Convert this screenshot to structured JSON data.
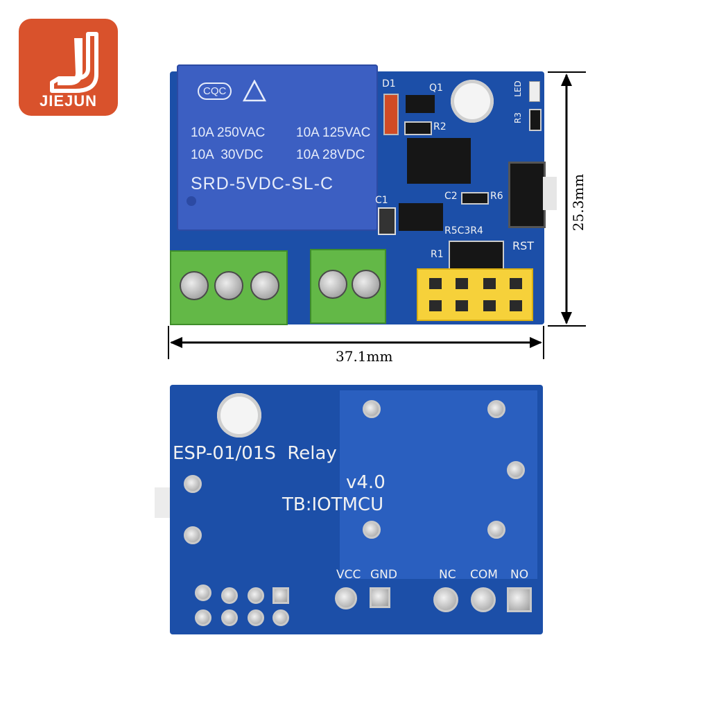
{
  "logo": {
    "brand": "JIEJUN"
  },
  "top_board": {
    "relay": {
      "cert": "CQC",
      "rating_1": "10A 250VAC",
      "rating_2": "10A 125VAC",
      "rating_3": "10A  30VDC",
      "rating_4": "10A 28VDC",
      "model": "SRD-5VDC-SL-C"
    },
    "silkscreen": {
      "d1": "D1",
      "q1": "Q1",
      "r2": "R2",
      "led": "LED",
      "r3": "R3",
      "c1": "C1",
      "c2": "C2",
      "r6": "R6",
      "r5c3r4": "R5C3R4",
      "r1": "R1",
      "rst": "RST"
    }
  },
  "dimensions": {
    "width": "37.1mm",
    "height": "25.3mm"
  },
  "bottom_board": {
    "title": "ESP-01/01S  Relay",
    "version": "v4.0",
    "vendor": "TB:IOTMCU",
    "pins": {
      "vcc": "VCC",
      "gnd": "GND",
      "nc": "NC",
      "com": "COM",
      "no": "NO"
    }
  },
  "colors": {
    "pcb": "#1c4fa8",
    "relay": "#3c5fc2",
    "terminal": "#63b847",
    "header": "#f6d13a",
    "logo": "#d9522c"
  }
}
